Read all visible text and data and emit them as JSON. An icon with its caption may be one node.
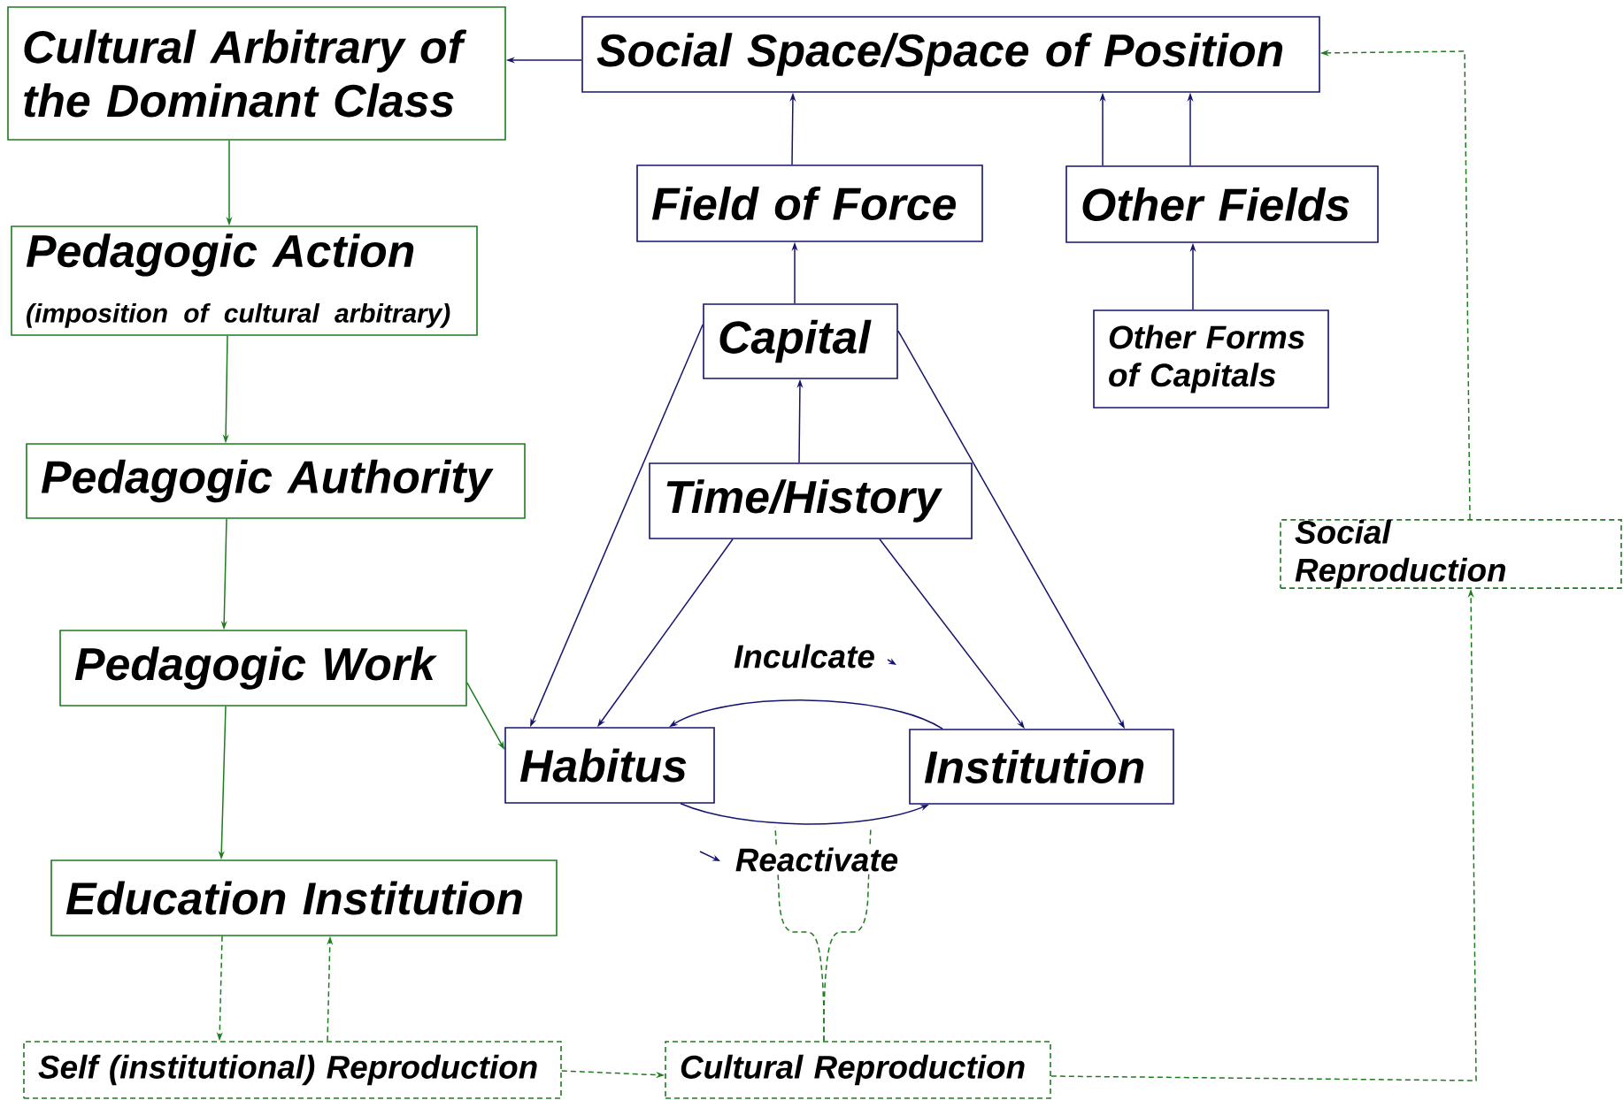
{
  "diagram": {
    "nodes": [
      {
        "text": [
          "Cultural Arbitrary of the Dominant Class"
        ]
      },
      {
        "text": [
          "Social Space/Space of Position"
        ]
      },
      {
        "text": [
          "Pedagogic Action",
          "(imposition of cultural arbitrary)"
        ]
      },
      {
        "text": [
          "Field of Force"
        ]
      },
      {
        "text": [
          "Other Fields"
        ]
      },
      {
        "text": [
          "Capital"
        ]
      },
      {
        "text": [
          "Other Forms of Capitals"
        ]
      },
      {
        "text": [
          "Pedagogic Authority"
        ]
      },
      {
        "text": [
          "Time/History"
        ]
      },
      {
        "text": [
          "Social Reproduction"
        ]
      },
      {
        "text": [
          "Pedagogic Work"
        ]
      },
      {
        "text": [
          "Habitus"
        ]
      },
      {
        "text": [
          "Institution"
        ]
      },
      {
        "text": [
          "Education Institution"
        ]
      },
      {
        "text": [
          "Self (institutional) Reproduction"
        ]
      },
      {
        "text": [
          "Cultural Reproduction"
        ]
      }
    ],
    "edges": [
      {
        "from": 1,
        "to": 0,
        "arrow": "to"
      },
      {
        "from": 0,
        "to": 2,
        "arrow": "to",
        "color": "#1e7b1e"
      },
      {
        "from": 2,
        "to": 7,
        "arrow": "to",
        "color": "#1e7b1e"
      },
      {
        "from": 7,
        "to": 10,
        "arrow": "to",
        "color": "#1e7b1e"
      },
      {
        "from": 10,
        "to": 11,
        "arrow": "to",
        "color": "#1e7b1e"
      },
      {
        "from": 10,
        "to": 13,
        "arrow": "to",
        "color": "#1e7b1e"
      },
      {
        "from": 3,
        "to": 1,
        "arrow": "to"
      },
      {
        "from": 4,
        "to": 1,
        "arrow": "to"
      },
      {
        "from": 4,
        "to": 1,
        "arrow": "to"
      },
      {
        "from": 5,
        "to": 3,
        "arrow": "to"
      },
      {
        "from": 6,
        "to": 4,
        "arrow": "to"
      },
      {
        "from": 8,
        "to": 5,
        "arrow": "to"
      },
      {
        "from": 5,
        "to": 11,
        "arrow": "to"
      },
      {
        "from": 5,
        "to": 12,
        "arrow": "to"
      },
      {
        "from": 8,
        "to": 11,
        "arrow": "to"
      },
      {
        "from": 8,
        "to": 12,
        "arrow": "to"
      },
      {
        "from": 12,
        "to": 11,
        "arrow": "to",
        "label": "Inculcate"
      },
      {
        "from": 11,
        "to": 12,
        "arrow": "to",
        "label": "Reactivate"
      },
      {
        "from": 13,
        "to": 14,
        "arrow": "to",
        "style": "dashed",
        "color": "#1e7b1e"
      },
      {
        "from": 14,
        "to": 13,
        "arrow": "to",
        "style": "dashed",
        "color": "#1e7b1e"
      },
      {
        "from": 14,
        "to": 15,
        "arrow": "to",
        "style": "dashed",
        "color": "#1e7b1e"
      },
      {
        "from": 15,
        "to": 9,
        "arrow": "to",
        "style": "dashed",
        "color": "#1e7b1e"
      },
      {
        "from": 9,
        "to": 1,
        "arrow": "to",
        "style": "dashed",
        "color": "#1e7b1e"
      },
      {
        "from": 15,
        "to": null,
        "arrow": "none",
        "style": "dashed",
        "color": "#1e7b1e"
      },
      {
        "from": 15,
        "to": null,
        "arrow": "none",
        "style": "dashed",
        "color": "#1e7b1e"
      }
    ]
  }
}
